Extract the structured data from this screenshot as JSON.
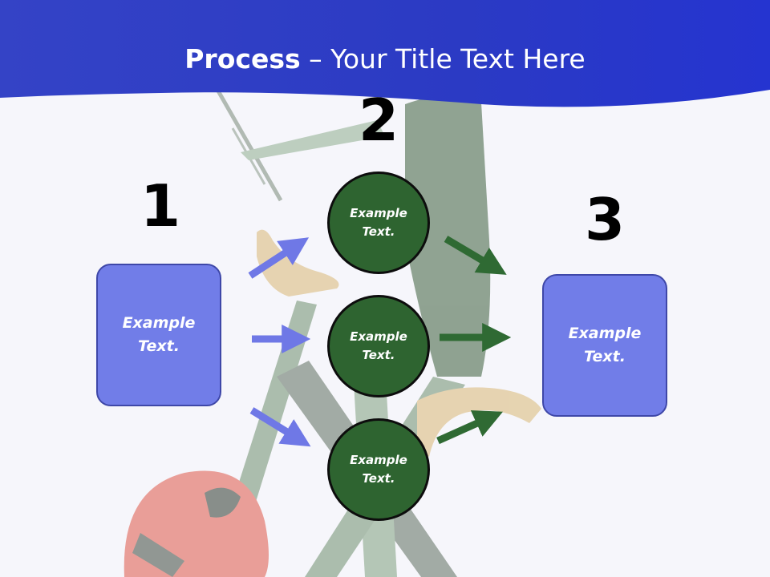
{
  "slide": {
    "title_bold": "Process",
    "title_rest": " – Your Title Text Here"
  },
  "steps": {
    "step1": {
      "number": "1",
      "text_line1": "Example",
      "text_line2": "Text."
    },
    "step2": {
      "number": "2",
      "circles": [
        {
          "text_line1": "Example",
          "text_line2": "Text."
        },
        {
          "text_line1": "Example",
          "text_line2": "Text."
        },
        {
          "text_line1": "Example",
          "text_line2": "Text."
        }
      ]
    },
    "step3": {
      "number": "3",
      "text_line1": "Example",
      "text_line2": "Text."
    }
  },
  "colors": {
    "header_blue": "#2b38c8",
    "box_fill": "#717de8",
    "circle_fill": "#2e6430",
    "arrow_blue": "#6f78e6",
    "arrow_green": "#2f6a33"
  }
}
